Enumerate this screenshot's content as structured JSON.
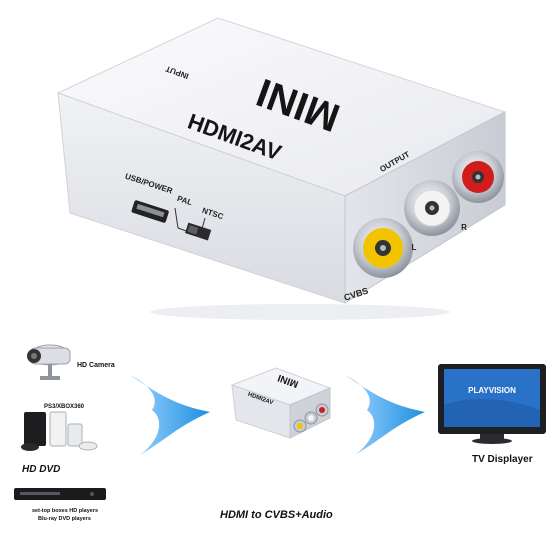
{
  "product": {
    "logo_text": "MINI",
    "model_text": "HDMI2AV",
    "input_label": "INPUT",
    "output_label": "OUTPUT",
    "usb_power_label": "USB/POWER",
    "pal_label": "PAL",
    "ntsc_label": "NTSC",
    "cvbs_label": "CVBS",
    "left_label": "L",
    "right_label": "R"
  },
  "diagram": {
    "sources": {
      "camera_label": "HD Camera",
      "console_label": "PS3/XBOX360",
      "hd_dvd_logo": "HD DVD",
      "player_label_line1": "set-top boxes  HD players",
      "player_label_line2": "Blu-ray DVD players"
    },
    "small_device": {
      "logo_text": "MINI",
      "model_text": "HDMI2AV"
    },
    "tv": {
      "screen_text": "PLAYVISION",
      "label": "TV Displayer"
    },
    "caption": "HDMI to CVBS+Audio"
  },
  "colors": {
    "arrow_blue": "#1e8fe0",
    "tv_screen_blue": "#2a72c8",
    "rca_yellow": "#f2c400",
    "rca_red": "#d21c1c"
  }
}
